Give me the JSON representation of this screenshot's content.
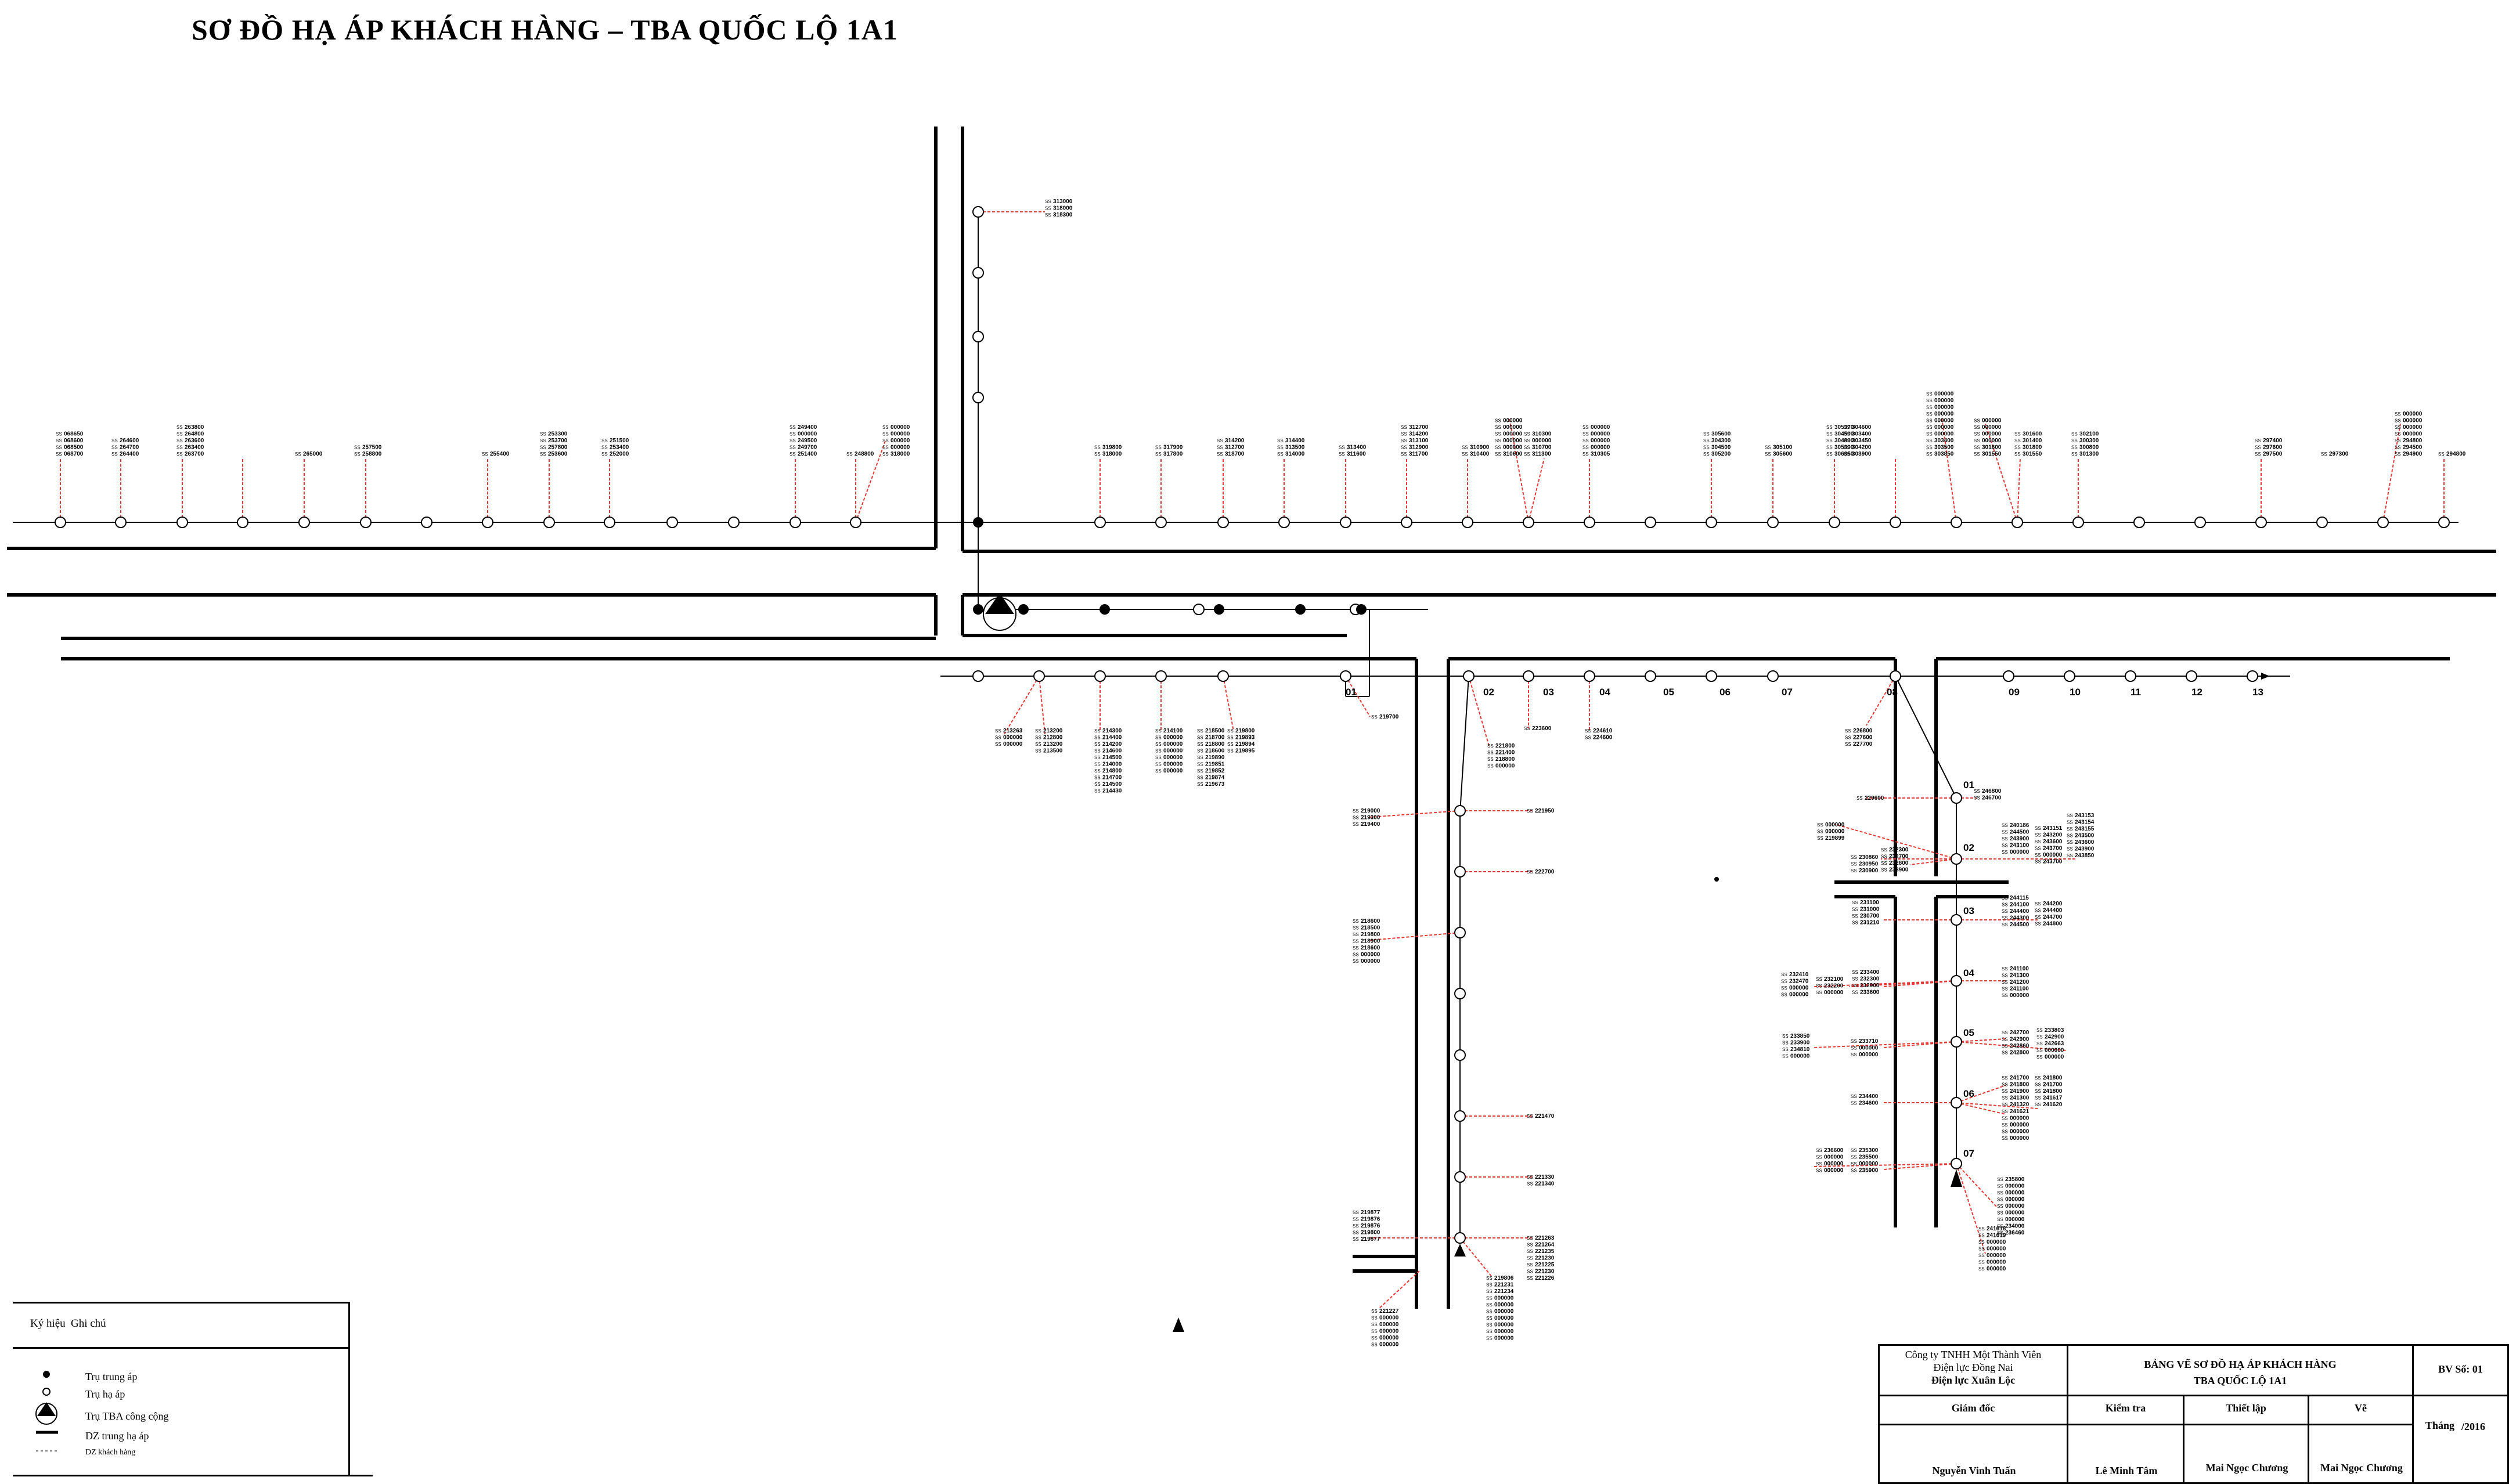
{
  "title": "SƠ ĐỒ HẠ ÁP KHÁCH HÀNG – TBA QUỐC LỘ 1A1",
  "colors": {
    "line": "#000000",
    "service": "#e53935",
    "background": "#ffffff"
  },
  "pole_labels": {
    "bottom_branch": [
      "01",
      "02",
      "03",
      "04",
      "05",
      "06",
      "07",
      "08",
      "09",
      "10",
      "11",
      "12",
      "13"
    ],
    "right_branch": [
      "01",
      "02",
      "03",
      "04",
      "05",
      "06",
      "07"
    ]
  },
  "meter_groups": {
    "top_left": [
      [
        "068650",
        "068600",
        "068500",
        "068700"
      ],
      [
        "264600",
        "264700",
        "264400"
      ],
      [
        "263800",
        "264800",
        "263600",
        "263400",
        "263700"
      ],
      [
        "265000"
      ],
      [
        "257500",
        "258800"
      ],
      [
        "255400"
      ],
      [
        "253300",
        "253700",
        "257800",
        "253600"
      ],
      [
        "251500",
        "253400",
        "252000"
      ],
      [
        "249400",
        "000000",
        "249500",
        "249700",
        "251400"
      ],
      [
        "248800"
      ],
      [
        "000000",
        "000000",
        "000000",
        "000000",
        "318000"
      ]
    ],
    "top_riser": [
      "313000",
      "318000",
      "318300"
    ],
    "top_right": [
      [
        "319800",
        "318000"
      ],
      [
        "317900",
        "317800"
      ],
      [
        "314200",
        "312700",
        "318700"
      ],
      [
        "314400",
        "313500",
        "314000"
      ],
      [
        "313400",
        "311600"
      ],
      [
        "312700",
        "314200",
        "313100",
        "312900",
        "311700"
      ],
      [
        "310900",
        "310400"
      ],
      [
        "000000",
        "000000",
        "000000",
        "000000",
        "000000",
        "310600"
      ],
      [
        "310300",
        "000000",
        "310700",
        "311300"
      ],
      [
        "000000",
        "000000",
        "000000",
        "000000",
        "310305"
      ],
      [
        "305600",
        "304300",
        "304500",
        "305200"
      ],
      [
        "305100",
        "305600"
      ],
      [
        "305370",
        "304500",
        "304800",
        "305300",
        "306350"
      ],
      [
        "304600",
        "303400",
        "303450",
        "304200",
        "303900"
      ],
      [
        "000000",
        "000000",
        "000000",
        "000000",
        "000000",
        "000000",
        "000000",
        "303400",
        "303500",
        "303850"
      ],
      [
        "000000",
        "000000",
        "000000",
        "000000",
        "301600",
        "301550"
      ],
      [
        "301600",
        "301400",
        "301800",
        "301550"
      ],
      [
        "302100",
        "300300",
        "300800",
        "301300"
      ],
      [
        "297400",
        "297600",
        "297500"
      ],
      [
        "297300"
      ],
      [
        "000000",
        "000000",
        "000000",
        "000000",
        "294800",
        "294500",
        "294900"
      ],
      [
        "294800"
      ]
    ],
    "bottom_left": [
      [
        "213263",
        "000000",
        "000000"
      ],
      [
        "213200",
        "212800",
        "213200",
        "213500"
      ],
      [
        "214300",
        "214400",
        "214200",
        "214600",
        "214500",
        "214000",
        "214800",
        "214700",
        "214500",
        "214430"
      ],
      [
        "214100",
        "000000",
        "000000",
        "000000",
        "000000",
        "000000",
        "000000"
      ],
      [
        "218500",
        "218700",
        "218800",
        "218600",
        "219890",
        "219851",
        "219852",
        "219874",
        "219673"
      ],
      [
        "219800",
        "219893",
        "219894",
        "219895"
      ]
    ],
    "center": {
      "p01": [
        "219700"
      ],
      "p02": [
        "221800",
        "221400",
        "218800",
        "000000"
      ],
      "p03": [
        "223600"
      ],
      "p04": [
        "224610",
        "224600"
      ],
      "f1_left": [
        "219000",
        "219300",
        "219400"
      ],
      "f1_right": [
        "221950"
      ],
      "f2_right": [
        "222700"
      ],
      "f3_left": [
        "218600",
        "218500",
        "219800",
        "218900",
        "218600",
        "000000",
        "000000"
      ],
      "f6_right": [
        "221470"
      ],
      "f7_right": [
        "221330",
        "221340"
      ],
      "f8_left": [
        "219877",
        "219876",
        "219876",
        "219800",
        "219877"
      ],
      "f8_right": [
        "221263",
        "221264",
        "221235",
        "221230",
        "221225",
        "221230",
        "221226"
      ],
      "f8_below": [
        "219806",
        "221231",
        "221234",
        "000000",
        "000000",
        "000000",
        "000000",
        "000000",
        "000000",
        "000000"
      ],
      "f8_lowleft": [
        "221227",
        "000000",
        "000000",
        "000000",
        "000000",
        "000000"
      ]
    },
    "right_col": {
      "p08": [
        "226800",
        "227600",
        "227700"
      ],
      "r01_left": [
        "229600"
      ],
      "r01_right": [
        "246800",
        "246700"
      ],
      "r02_farleft": [
        "000000",
        "000000",
        "219899"
      ],
      "r02_left1": [
        "230860",
        "230950",
        "230900"
      ],
      "r02_left2": [
        "232300",
        "232700",
        "232800",
        "233900"
      ],
      "r02_right1": [
        "240186",
        "244500",
        "243900",
        "243100",
        "000000"
      ],
      "r02_right2": [
        "243151",
        "243200",
        "243600",
        "243700",
        "000000",
        "243700"
      ],
      "r02_right3": [
        "243153",
        "243154",
        "243155",
        "243500",
        "243600",
        "243900",
        "243850"
      ],
      "r03_left": [
        "231100",
        "231000",
        "230700",
        "231210"
      ],
      "r03_right1": [
        "244115",
        "244100",
        "244400",
        "244300",
        "244500"
      ],
      "r03_right2": [
        "244200",
        "244400",
        "244700",
        "244800"
      ],
      "r04_left1": [
        "232410",
        "232470",
        "000000",
        "000000"
      ],
      "r04_left2": [
        "232100",
        "232200",
        "000000"
      ],
      "r04_left3": [
        "233400",
        "232300",
        "232900",
        "233600"
      ],
      "r04_right": [
        "241100",
        "241300",
        "241200",
        "241100",
        "000000"
      ],
      "r05_left1": [
        "233850",
        "233900",
        "234810",
        "000000"
      ],
      "r05_left2": [
        "233710",
        "000000",
        "000000"
      ],
      "r05_right1": [
        "242700",
        "242900",
        "242860",
        "242800"
      ],
      "r05_right2": [
        "233803",
        "242900",
        "242663",
        "000000",
        "000000"
      ],
      "r06_left": [
        "234400",
        "234600"
      ],
      "r06_right1": [
        "241700",
        "241800",
        "241900",
        "241300",
        "241320"
      ],
      "r06_right2": [
        "241800",
        "241700",
        "241800",
        "241617",
        "241620"
      ],
      "r06_below": [
        "241621",
        "000000",
        "000000",
        "000000",
        "000000"
      ],
      "r07_left1": [
        "236600",
        "000000",
        "000000",
        "000000"
      ],
      "r07_left2": [
        "235300",
        "235500",
        "000000",
        "235900"
      ],
      "r07_right": [
        "235800",
        "000000",
        "000000",
        "000000",
        "000000",
        "000000",
        "000000",
        "234000",
        "236460"
      ],
      "r07_below": [
        "241618",
        "241619",
        "000000",
        "000000",
        "000000",
        "000000",
        "000000"
      ]
    }
  },
  "legend": {
    "header_symbol": "Ký hiệu",
    "header_note": "Ghi chú",
    "items": [
      {
        "symbol": "filled-dot",
        "label": "Trụ trung áp"
      },
      {
        "symbol": "open-dot",
        "label": "Trụ hạ áp"
      },
      {
        "symbol": "tba",
        "label": "Trụ TBA công cộng"
      },
      {
        "symbol": "thick-line",
        "label": "DZ trung hạ áp"
      },
      {
        "symbol": "dashed-line",
        "label": "DZ khách hàng"
      }
    ]
  },
  "title_block": {
    "company1": "Công ty TNHH Một Thành Viên",
    "company2": "Điện lực Đồng Nai",
    "company3": "Điện lực Xuân Lộc",
    "drawing_title1": "BẢNG VẼ SƠ ĐỒ HẠ ÁP KHÁCH HÀNG",
    "drawing_title2": "TBA QUỐC LỘ 1A1",
    "sheet": "BV Số: 01",
    "role_director": "Giám đốc",
    "role_check": "Kiểm tra",
    "role_setup": "Thiết lập",
    "role_draw": "Vẽ",
    "name_director": "Nguyễn Vinh Tuấn",
    "name_check": "Lê Minh Tâm",
    "name_setup": "Mai Ngọc Chương",
    "name_draw": "Mai Ngọc Chương",
    "date_month": "Tháng",
    "date_year": "/2016"
  }
}
